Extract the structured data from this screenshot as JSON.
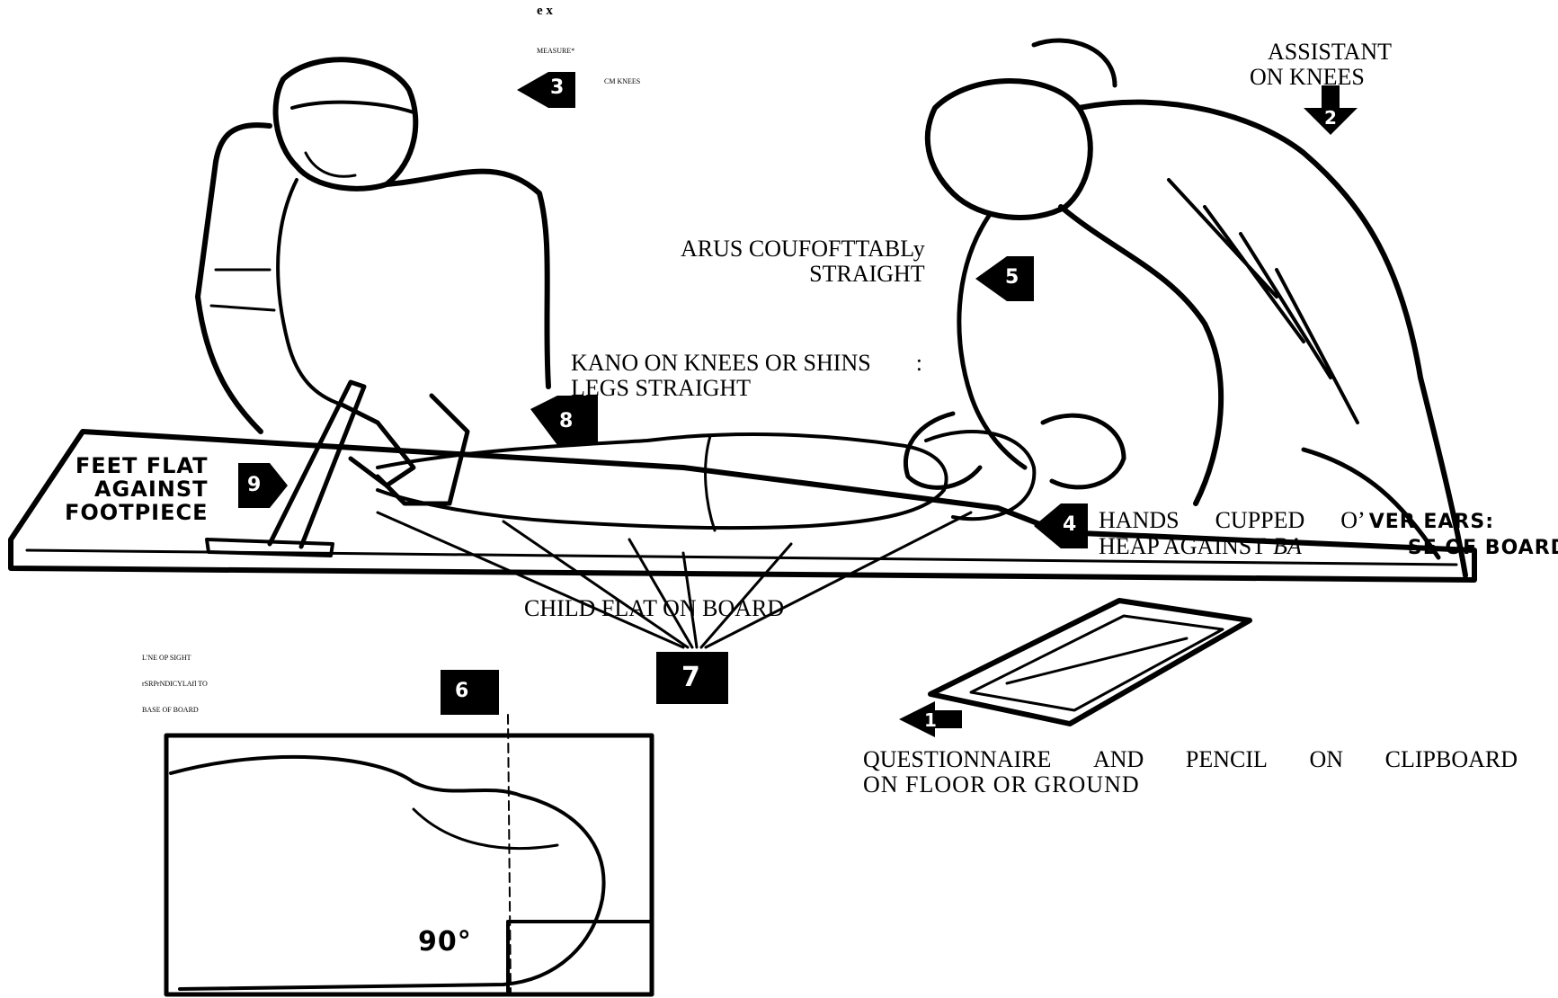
{
  "top_marks": "e x",
  "measurer_note": {
    "line1": "MEASURE*",
    "line2": "CM KNEES"
  },
  "assistant": {
    "line1": "ASSISTANT",
    "line2": "ON KNEES"
  },
  "arms": {
    "line1": "ARUS COUFOFTTABLy",
    "line2": "STRAIGHT"
  },
  "knees": {
    "line1": "KANO ON KNEES OR SHINS",
    "line2": "LEGS STRAIGHT",
    "mark": ":"
  },
  "feet": {
    "line1": "FEET FLAT",
    "line2": "AGAINST",
    "line3": "FOOTPIECE"
  },
  "hands": {
    "words": [
      "HANDS",
      "CUPPED",
      "O’"
    ],
    "suffix": "VER EARS:",
    "line2": "HEAP AGAINST",
    "line2_italic": "BA",
    "line2_suffix": "SE OF BOARD"
  },
  "child": "CHILD FLAT ON BOARD",
  "questionnaire": {
    "words": [
      "QUESTIONNAIRE",
      "AND",
      "PENCIL",
      "ON",
      "CLIPBOARD"
    ],
    "line2": "ON FLOOR OR GROUND"
  },
  "sight": {
    "line1": "L'NE OP SIGHT",
    "line2": "rSRPrNDICYLAfl TO",
    "line3": "BASE OF BOARD"
  },
  "angle": "90°",
  "steps": [
    "1",
    "2",
    "3",
    "4",
    "5",
    "6",
    "7",
    "8",
    "9"
  ],
  "colors": {
    "ink": "#000000",
    "paper": "#ffffff"
  }
}
